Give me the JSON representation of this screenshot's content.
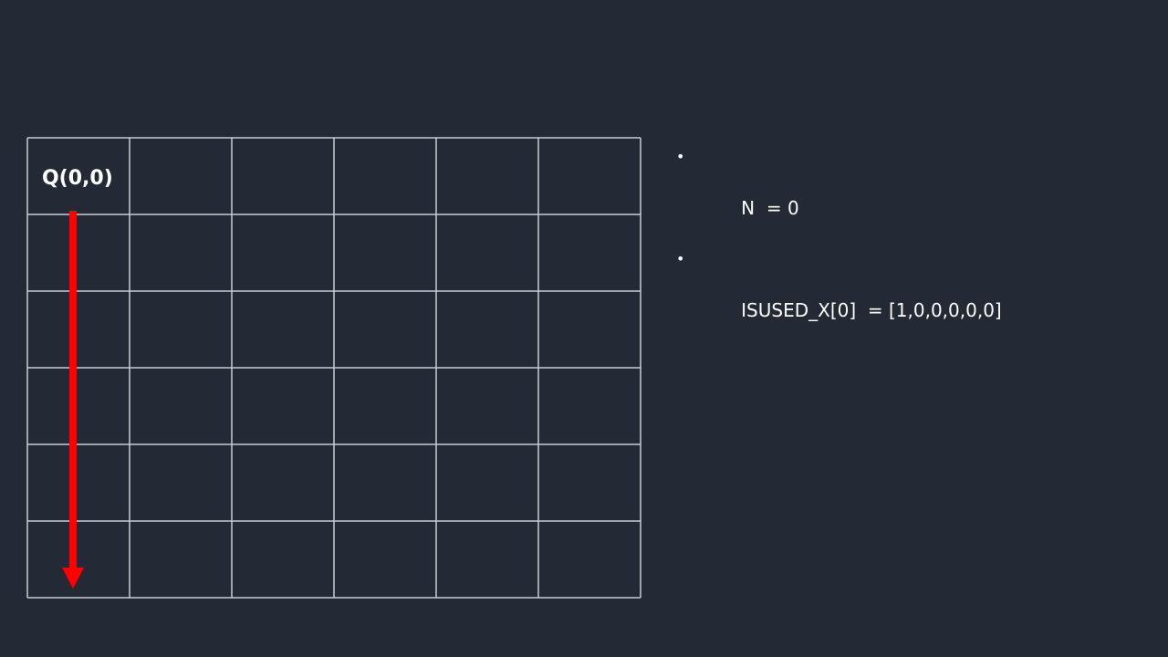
{
  "colors": {
    "background": "#232a35",
    "grid_line": "#c8ccd2",
    "arrow": "#ff0000",
    "text": "#ffffff"
  },
  "board": {
    "rows": 6,
    "cols": 6,
    "queen": {
      "label": "Q(0,0)",
      "row": 0,
      "col": 0
    },
    "scan_arrow": {
      "direction": "down",
      "column": 0
    }
  },
  "info": {
    "items": [
      {
        "bullet": "•",
        "text": "N  = 0"
      },
      {
        "bullet": "•",
        "text": "ISUSED_X[0]  = [1,0,0,0,0,0]"
      }
    ]
  }
}
